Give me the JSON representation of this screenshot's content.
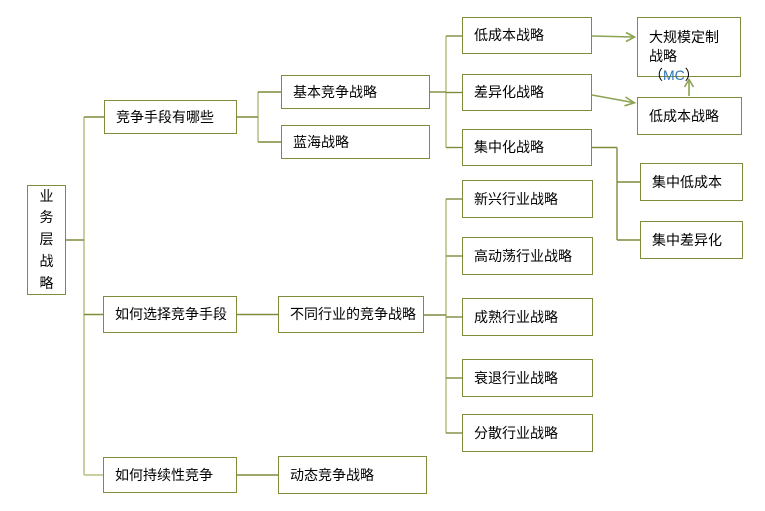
{
  "colors": {
    "box_border": "#7e8c3c",
    "line_dark": "#7e8c3c",
    "line_light": "#c8d0a2",
    "arrow": "#8ca353",
    "text": "#000000",
    "highlight_text": "#2e74b5",
    "background": "#ffffff"
  },
  "diagram": {
    "root": {
      "label": "业务层战略"
    },
    "branches": [
      {
        "label": "竞争手段有哪些",
        "children": [
          {
            "label": "基本竞争战略",
            "children": [
              {
                "label": "低成本战略"
              },
              {
                "label": "差异化战略"
              },
              {
                "label": "集中化战略",
                "children": [
                  {
                    "label": "集中低成本"
                  },
                  {
                    "label": "集中差异化"
                  }
                ]
              }
            ]
          },
          {
            "label": "蓝海战略"
          }
        ]
      },
      {
        "label": "如何选择竞争手段",
        "children": [
          {
            "label": "不同行业的竞争战略",
            "children": [
              {
                "label": "新兴行业战略"
              },
              {
                "label": "高动荡行业战略"
              },
              {
                "label": "成熟行业战略"
              },
              {
                "label": "衰退行业战略"
              },
              {
                "label": "分散行业战略"
              }
            ]
          }
        ]
      },
      {
        "label": "如何持续性竞争",
        "children": [
          {
            "label": "动态竞争战略"
          }
        ]
      }
    ],
    "arrow_targets": [
      {
        "prefix": "大规模定制战略（",
        "highlight": "MC",
        "suffix": "）"
      },
      {
        "label": "低成本战略"
      }
    ]
  }
}
